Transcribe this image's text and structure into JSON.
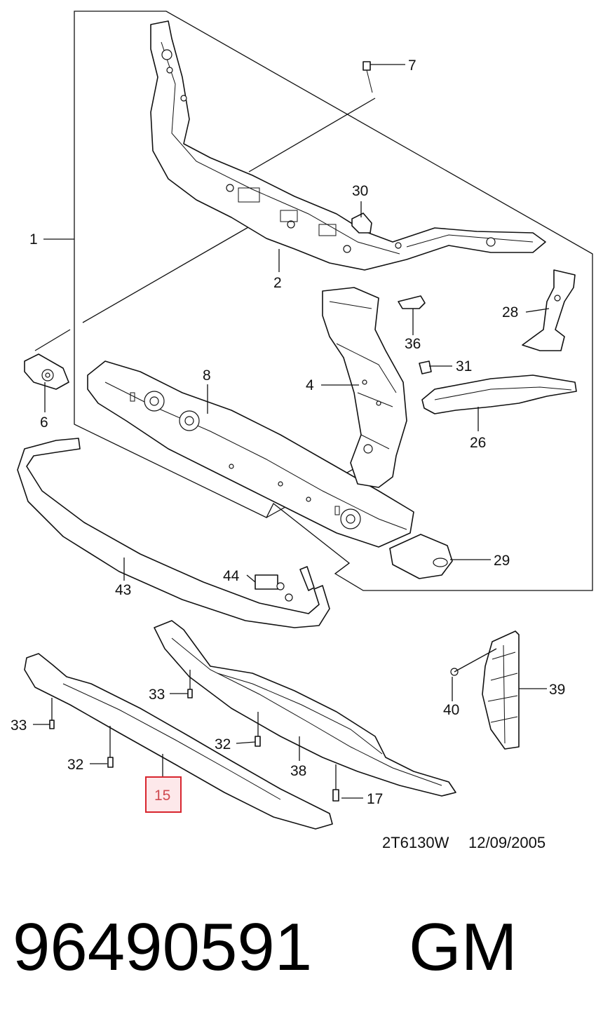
{
  "diagram": {
    "callouts": {
      "c1": "1",
      "c2": "2",
      "c4": "4",
      "c6": "6",
      "c7": "7",
      "c8": "8",
      "c15": "15",
      "c17": "17",
      "c26": "26",
      "c28": "28",
      "c29": "29",
      "c30": "30",
      "c31": "31",
      "c32a": "32",
      "c32b": "32",
      "c33a": "33",
      "c33b": "33",
      "c36": "36",
      "c38": "38",
      "c39": "39",
      "c40": "40",
      "c43": "43",
      "c44": "44"
    },
    "highlighted_callout": "15",
    "highlight_color": "#d8252e",
    "drawing_code": "2T6130W",
    "date": "12/09/2005"
  },
  "footer": {
    "part_number": "96490591",
    "brand": "GM"
  }
}
